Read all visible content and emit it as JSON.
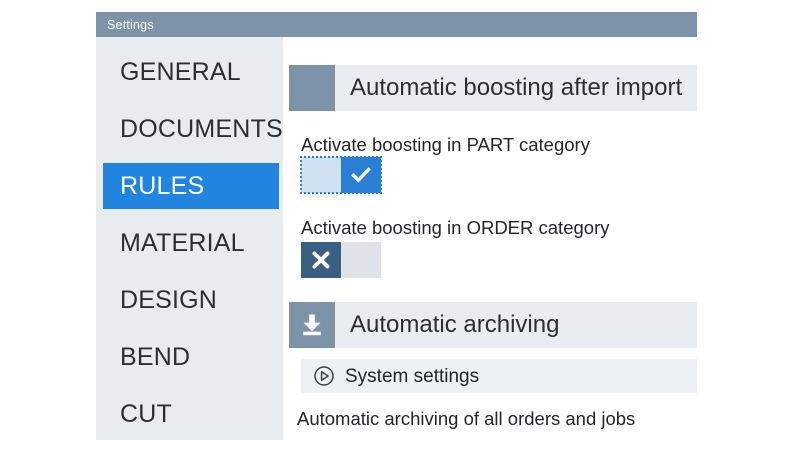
{
  "window": {
    "title": "Settings"
  },
  "sidebar": {
    "items": [
      {
        "label": "GENERAL",
        "selected": false
      },
      {
        "label": "DOCUMENTS",
        "selected": false
      },
      {
        "label": "RULES",
        "selected": true
      },
      {
        "label": "MATERIAL",
        "selected": false
      },
      {
        "label": "DESIGN",
        "selected": false
      },
      {
        "label": "BEND",
        "selected": false
      },
      {
        "label": "CUT",
        "selected": false
      }
    ]
  },
  "content": {
    "boosting_section": {
      "title": "Automatic boosting after import",
      "icon": "square-icon",
      "fields": [
        {
          "label": "Activate boosting in PART category",
          "toggle_state": "on",
          "toggle_icon": "check-icon",
          "focused": true
        },
        {
          "label": "Activate boosting in ORDER category",
          "toggle_state": "off",
          "toggle_icon": "cross-icon",
          "focused": false
        }
      ]
    },
    "archiving_section": {
      "title": "Automatic archiving",
      "icon": "download-archive-icon",
      "sub_row": {
        "label": "System settings",
        "icon": "play-circle-icon"
      },
      "description": "Automatic archiving of all orders and jobs"
    }
  },
  "colors": {
    "titlebar": "#7c93a8",
    "accent_blue": "#2185e0",
    "toggle_on": "#2a7fd4",
    "toggle_off": "#3a5e80",
    "sidebar_bg": "#e8ecf1",
    "header_bar_bg": "#e9ecf1"
  }
}
